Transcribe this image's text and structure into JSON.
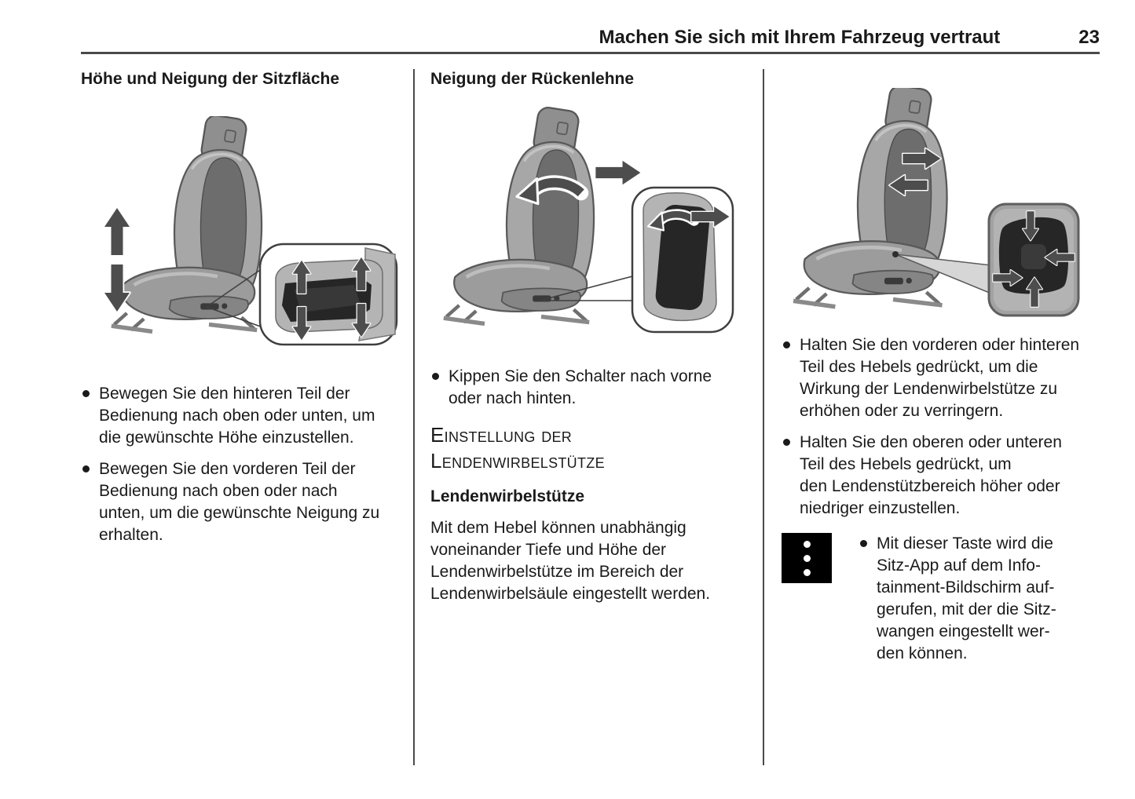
{
  "header": {
    "title": "Machen Sie sich mit Ihrem Fahrzeug vertraut",
    "page_number": "23"
  },
  "columns": [
    {
      "heading": "Höhe und Neigung der Sitzfläche",
      "figure": "seat-height-tilt-illustration",
      "bullets": [
        [
          "Bewegen Sie den hinteren Teil der",
          "Bedienung nach oben oder unten, um",
          "die gewünschte Höhe einzustellen."
        ],
        [
          "Bewegen Sie den vorderen Teil der",
          "Bedienung nach oben oder nach",
          "unten, um die gewünschte Neigung zu",
          "erhalten."
        ]
      ]
    },
    {
      "heading": "Neigung der Rückenlehne",
      "figure": "backrest-tilt-illustration",
      "bullets": [
        [
          "Kippen Sie den Schalter nach vorne",
          "oder nach hinten."
        ]
      ],
      "section_heading": [
        "Einstellung der",
        "Lendenwirbelstütze"
      ],
      "sub_heading": "Lendenwirbelstütze",
      "paragraph": [
        "Mit dem Hebel können unabhängig",
        "voneinander Tiefe und Höhe der",
        "Lendenwirbelstütze im Bereich der",
        "Lendenwirbelsäule eingestellt werden."
      ]
    },
    {
      "figure": "lumbar-support-illustration",
      "bullets": [
        [
          "Halten Sie den vorderen oder hinteren",
          "Teil des Hebels gedrückt, um die",
          "Wirkung der Lendenwirbelstütze zu",
          "erhöhen oder zu verringern."
        ],
        [
          "Halten Sie den oberen oder unteren",
          "Teil des Hebels gedrückt, um",
          "den Lendenstützbereich höher oder",
          "niedriger einzustellen."
        ]
      ],
      "app_button": {
        "icon": "seat-app-button-icon",
        "icon_glyph": "three-vertical-dots-on-black-square",
        "text": [
          "Mit dieser Taste wird die",
          "Sitz-App auf dem Info-",
          "tainment-Bildschirm auf-",
          "gerufen, mit der die Sitz-",
          "wangen eingestellt wer-",
          "den können."
        ]
      }
    }
  ],
  "colors": {
    "text": "#1a1a1a",
    "rule": "#4a4a4a",
    "seat_body": "#a7a7a7",
    "seat_insert": "#6d6d6d",
    "switch_dark": "#262626",
    "arrow": "#4d4d4d",
    "callout_panel": "#b4b4b4"
  }
}
